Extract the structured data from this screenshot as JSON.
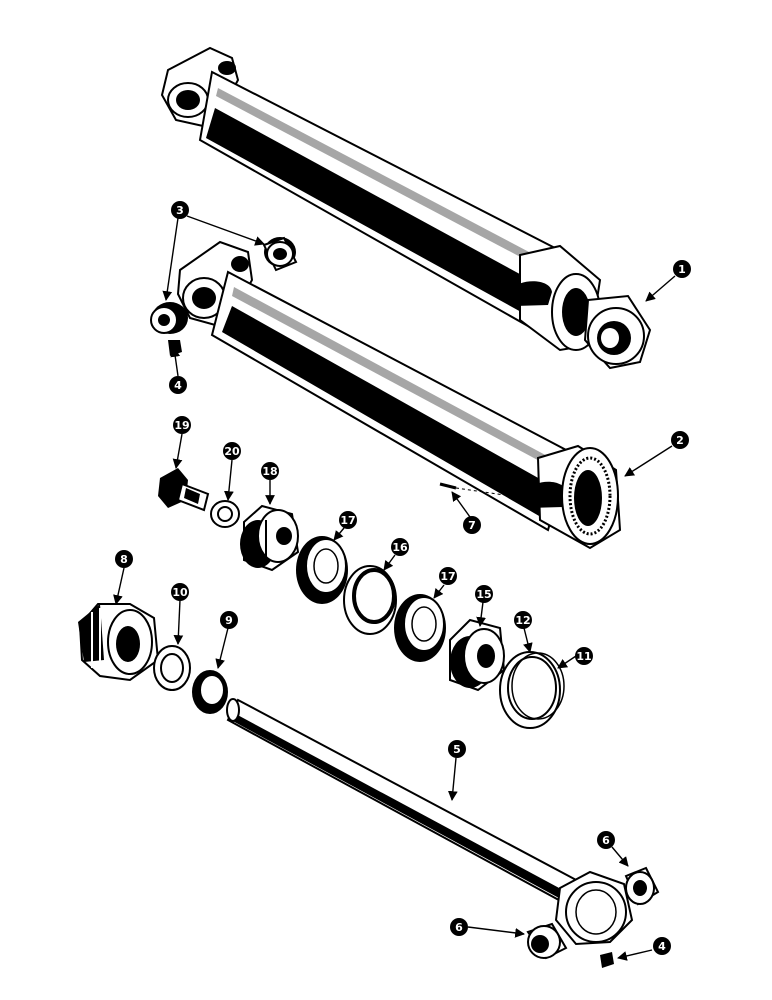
{
  "callouts": {
    "c1": "1",
    "c2": "2",
    "c3": "3",
    "c4a": "4",
    "c4b": "4",
    "c5": "5",
    "c6a": "6",
    "c6b": "6",
    "c7": "7",
    "c8": "8",
    "c9": "9",
    "c10": "10",
    "c11": "11",
    "c12": "12",
    "c15": "15",
    "c16": "16",
    "c17a": "17",
    "c17b": "17",
    "c18": "18",
    "c19": "19",
    "c20": "20"
  }
}
